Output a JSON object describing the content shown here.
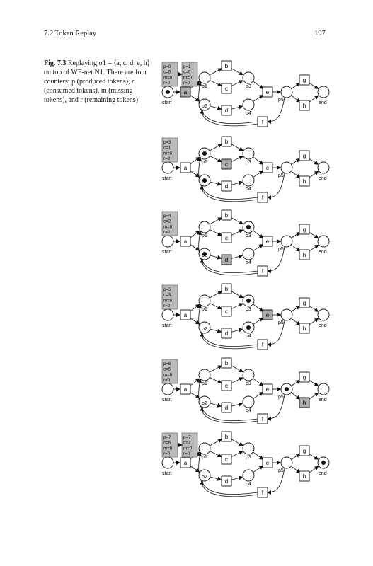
{
  "header": {
    "section": "7.2   Token Replay",
    "page_number": "197"
  },
  "caption": {
    "label": "Fig. 7.3",
    "text": "Replaying σ1 = ⟨a, c, d, e, h⟩ on top of WF-net N1. There are four counters: p (produced tokens), c (consumed tokens), m (missing tokens), and r (remaining tokens)"
  },
  "net_labels": {
    "a": "a",
    "b": "b",
    "c": "c",
    "d": "d",
    "e": "e",
    "f": "f",
    "g": "g",
    "h": "h",
    "p1": "p1",
    "p2": "p2",
    "p3": "p3",
    "p4": "p4",
    "p5": "p5",
    "start": "start",
    "end": "end"
  },
  "panels": [
    {
      "counters": [
        [
          "p=0",
          "c=0",
          "m=0",
          "r=0"
        ],
        [
          "p=1",
          "c=0",
          "m=0",
          "r=0"
        ]
      ],
      "tokens": [
        "start"
      ],
      "highlight": "a"
    },
    {
      "counters": [
        [
          "p=3",
          "c=1",
          "m=0",
          "r=0"
        ]
      ],
      "tokens": [
        "p1",
        "p2"
      ],
      "highlight": "c"
    },
    {
      "counters": [
        [
          "p=4",
          "c=2",
          "m=0",
          "r=0"
        ]
      ],
      "tokens": [
        "p3",
        "p2"
      ],
      "highlight": "d"
    },
    {
      "counters": [
        [
          "p=5",
          "c=3",
          "m=0",
          "r=0"
        ]
      ],
      "tokens": [
        "p3",
        "p4"
      ],
      "highlight": "e"
    },
    {
      "counters": [
        [
          "p=6",
          "c=5",
          "m=0",
          "r=0"
        ]
      ],
      "tokens": [
        "p5"
      ],
      "highlight": "h"
    },
    {
      "counters": [
        [
          "p=7",
          "c=6",
          "m=0",
          "r=0"
        ],
        [
          "p=7",
          "c=7",
          "m=0",
          "r=0"
        ]
      ],
      "tokens": [
        "end"
      ],
      "highlight": null
    }
  ]
}
